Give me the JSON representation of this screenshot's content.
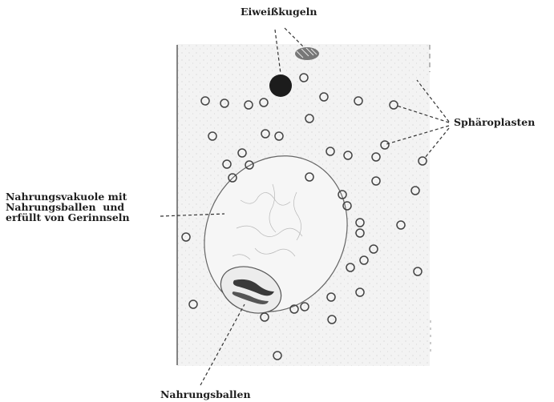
{
  "figure": {
    "labels": {
      "eiweisskugeln": "Eiweißkugeln",
      "sphaeroplasten": "Sphäroplasten",
      "nahrungsvakuole": [
        "Nahrungsvakuole mit",
        "Nahrungsballen  und",
        "erfüllt von Gerinnseln"
      ],
      "nahrungsballen": "Nahrungsballen"
    },
    "colors": {
      "ink": "#222222",
      "cell_fill": "#f2f2f2",
      "background": "#ffffff"
    }
  }
}
